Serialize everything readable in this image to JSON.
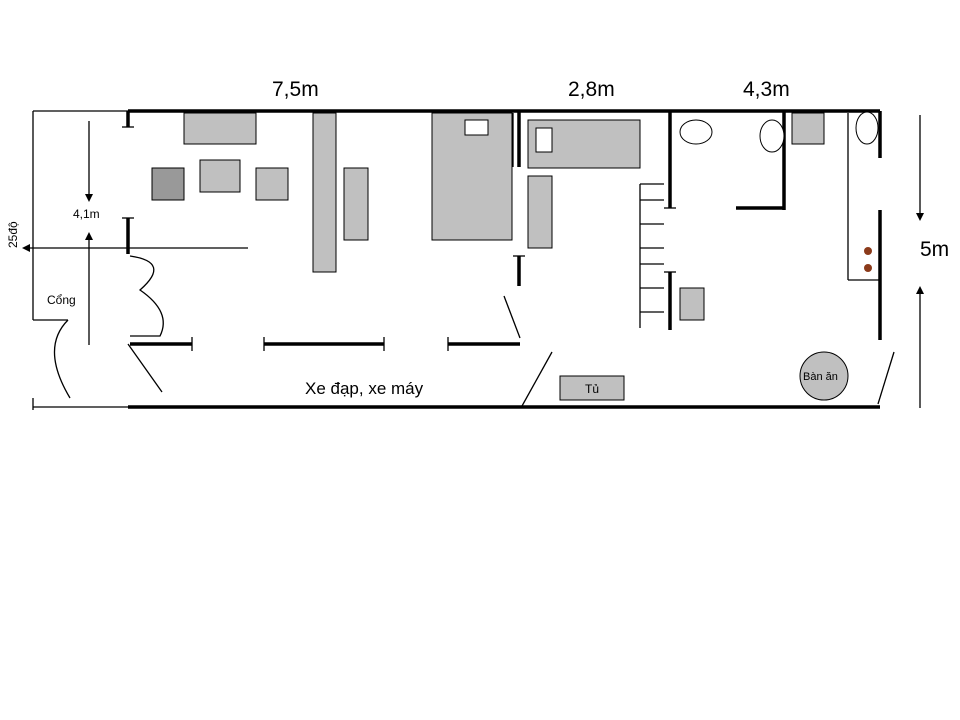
{
  "dimensions": {
    "front_length": "7,5m",
    "middle_length": "2,8m",
    "rear_length": "4,3m",
    "front_depth": "4,1m",
    "overall_width": "5m",
    "angle": "25độ"
  },
  "labels": {
    "gate": "Cổng",
    "parking": "Xe đạp, xe máy",
    "cabinet": "Tủ",
    "dining_table": "Bàn ăn"
  }
}
